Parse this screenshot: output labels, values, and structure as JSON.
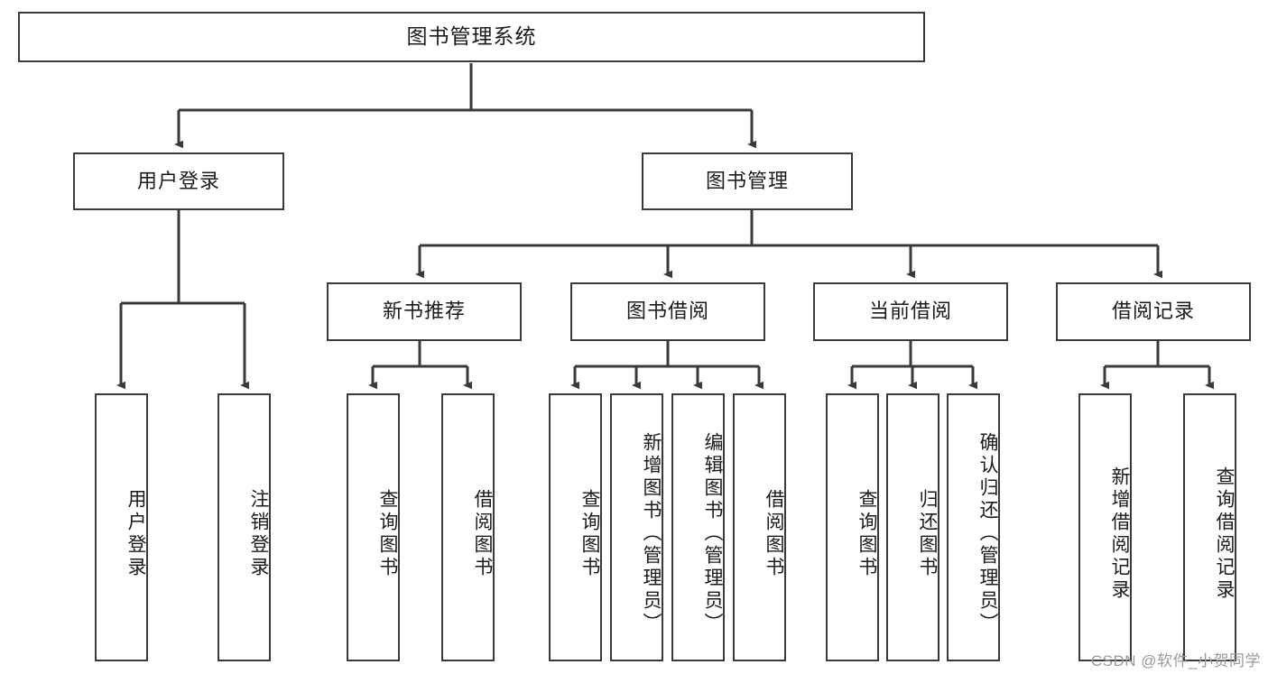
{
  "diagram": {
    "title": "图书管理系统",
    "type": "tree-hierarchy-diagram",
    "colors": {
      "box_border": "#3a3a3a",
      "box_fill": "#ffffff",
      "edge": "#3a3a3a",
      "text": "#1b1b1b",
      "watermark": "#9a9a9a"
    },
    "root": {
      "label": "图书管理系统"
    },
    "level2": [
      {
        "label": "用户登录"
      },
      {
        "label": "图书管理"
      }
    ],
    "level3": [
      {
        "label": "新书推荐"
      },
      {
        "label": "图书借阅"
      },
      {
        "label": "当前借阅"
      },
      {
        "label": "借阅记录"
      }
    ],
    "leaves": {
      "user_login": [
        {
          "label": "用户登录"
        },
        {
          "label": "注销登录"
        }
      ],
      "new_book_recommend": [
        {
          "label": "查询图书"
        },
        {
          "label": "借阅图书"
        }
      ],
      "book_borrow": [
        {
          "label": "查询图书"
        },
        {
          "label": "新增图书（管理员）"
        },
        {
          "label": "编辑图书（管理员）"
        },
        {
          "label": "借阅图书"
        }
      ],
      "current_borrow": [
        {
          "label": "查询图书"
        },
        {
          "label": "归还图书"
        },
        {
          "label": "确认归还（管理员）"
        }
      ],
      "borrow_record": [
        {
          "label": "新增借阅记录"
        },
        {
          "label": "查询借阅记录"
        }
      ]
    },
    "watermark": "CSDN @软件_小贺同学"
  }
}
